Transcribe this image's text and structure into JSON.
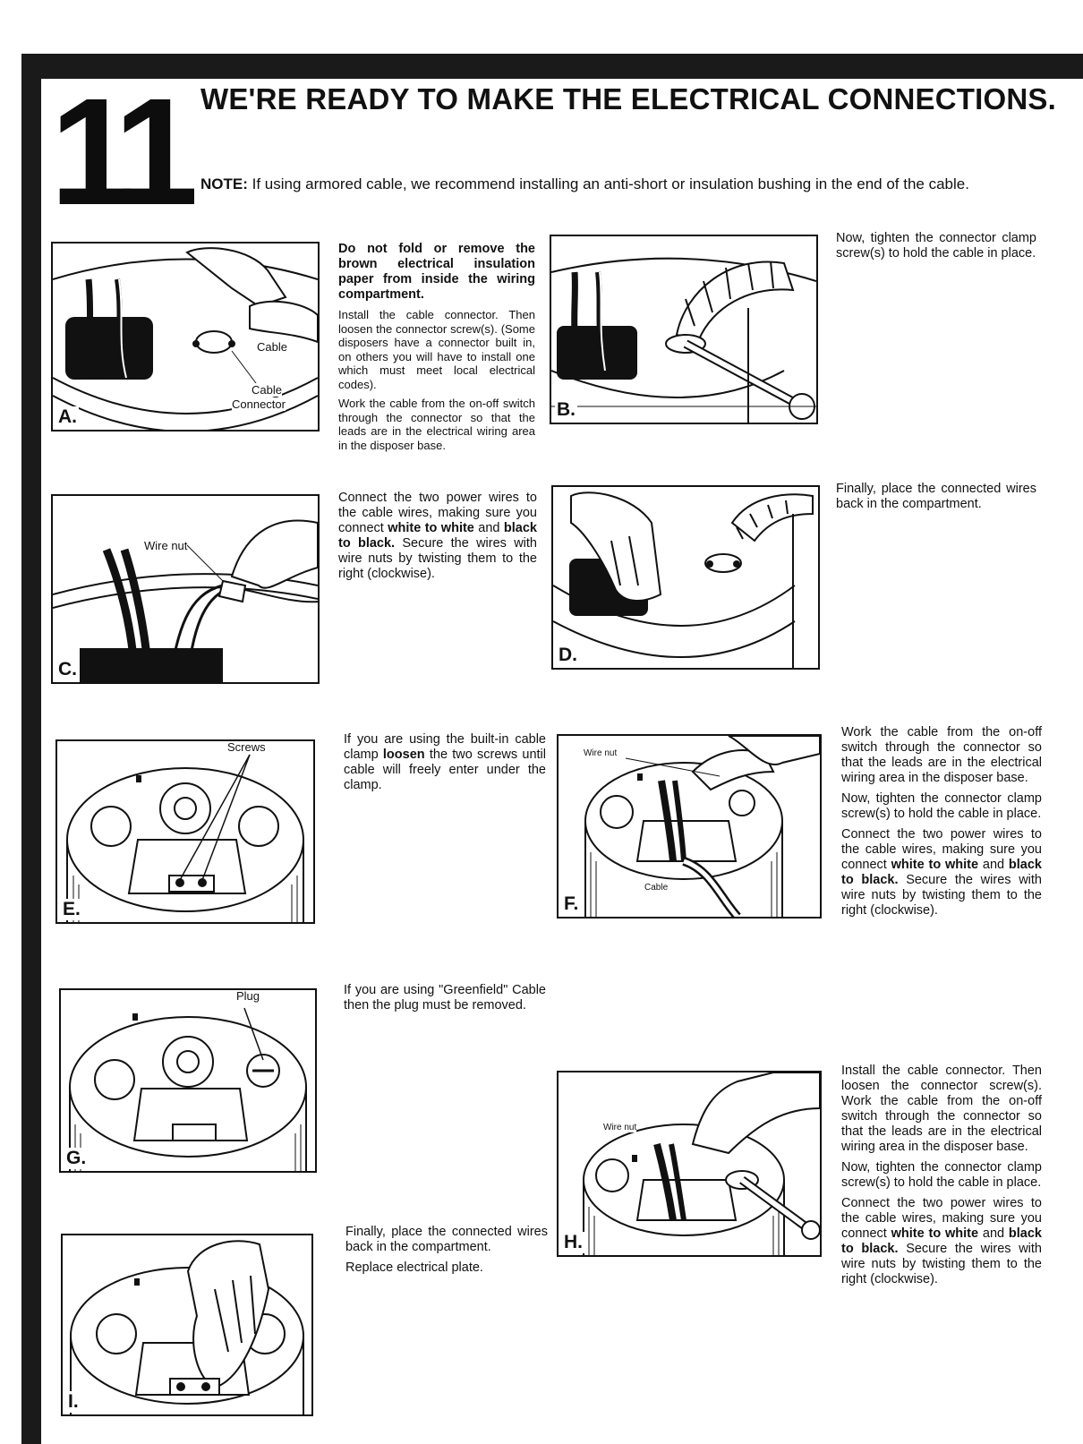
{
  "step": "11",
  "title": "WE'RE READY TO MAKE THE ELECTRICAL CONNECTIONS.",
  "note": {
    "label": "NOTE:",
    "text": " If using armored cable, we recommend installing an anti-short or insulation bushing in the end of the cable."
  },
  "panels": {
    "a": {
      "letter": "A.",
      "callouts": [
        "Cable",
        "Cable",
        "Connector"
      ]
    },
    "b": {
      "letter": "B."
    },
    "c": {
      "letter": "C.",
      "callouts": [
        "Wire nut"
      ]
    },
    "d": {
      "letter": "D."
    },
    "e": {
      "letter": "E.",
      "callouts": [
        "Screws"
      ]
    },
    "f": {
      "letter": "F.",
      "callouts": [
        "Wire nut",
        "Cable"
      ]
    },
    "g": {
      "letter": "G.",
      "callouts": [
        "Plug"
      ]
    },
    "h": {
      "letter": "H.",
      "callouts": [
        "Wire nut"
      ]
    },
    "i": {
      "letter": "I."
    }
  },
  "texts": {
    "a_bold": "Do not fold or remove the brown electrical insulation paper from inside the wiring compartment.",
    "a_p1": "Install the cable connector. Then loosen the connector screw(s). (Some disposers have a connector built in, on others you will have to install one which must meet local electrical codes).",
    "a_p2": "Work the cable from the on-off switch through the connector so that the leads are in the electrical wiring area in the disposer base.",
    "b": "Now, tighten the connector clamp screw(s) to hold the cable in place.",
    "c_1": "Connect the two power wires to the cable wires, making sure you connect ",
    "c_2": "white to white",
    "c_3": " and ",
    "c_4": "black to black.",
    "c_5": " Secure the wires with wire nuts by twisting them to the right (clockwise).",
    "d": "Finally, place the connected wires back in the compartment.",
    "e_1": "If you are using the built-in cable clamp ",
    "e_2": "loosen",
    "e_3": " the two screws until cable will freely enter under the clamp.",
    "f_p1": "Work the cable from the on-off switch through the connector so that the leads are in the electrical wiring area in the disposer base.",
    "f_p2": "Now, tighten the connector clamp screw(s) to hold the cable in place.",
    "f_p3_1": "Connect the two power wires to the cable wires, making sure you connect ",
    "f_p3_2": "white to white",
    "f_p3_3": " and ",
    "f_p3_4": "black to black.",
    "f_p3_5": " Secure the wires with wire nuts by twisting them to the right (clockwise).",
    "g": "If you are using \"Greenfield\" Cable then the plug must be removed.",
    "h_p1": "Install the cable connector. Then loosen the connector screw(s). Work the cable from the on-off switch through the connector so that the leads are in the electrical wiring area in the disposer base.",
    "h_p2": "Now, tighten the connector clamp screw(s) to hold the cable in place.",
    "h_p3_1": "Connect the two power wires to the cable wires, making sure you connect ",
    "h_p3_2": "white to white",
    "h_p3_3": " and ",
    "h_p3_4": "black to black.",
    "h_p3_5": " Secure the wires with wire nuts by twisting them to the right (clockwise).",
    "i_p1": "Finally, place the connected wires back in the compartment.",
    "i_p2": "Replace electrical plate."
  }
}
